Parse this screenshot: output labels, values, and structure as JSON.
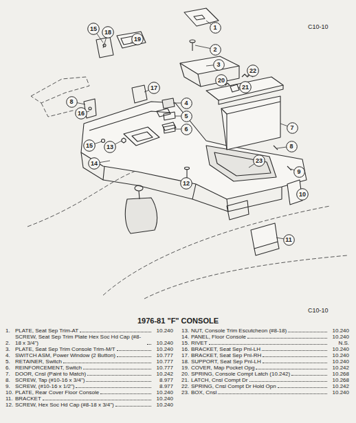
{
  "diagram": {
    "title": "1976-81 \"F\" CONSOLE",
    "nodes": [
      {
        "text": [
          "15"
        ]
      },
      {
        "text": [
          "18"
        ]
      },
      {
        "text": [
          "19"
        ]
      },
      {
        "text": [
          "1"
        ]
      },
      {
        "text": [
          "2"
        ]
      },
      {
        "text": [
          "3"
        ]
      },
      {
        "text": [
          "22"
        ]
      },
      {
        "text": [
          "20"
        ]
      },
      {
        "text": [
          "21"
        ]
      },
      {
        "text": [
          "17"
        ]
      },
      {
        "text": [
          "8"
        ]
      },
      {
        "text": [
          "4"
        ]
      },
      {
        "text": [
          "16"
        ]
      },
      {
        "text": [
          "5"
        ]
      },
      {
        "text": [
          "7"
        ]
      },
      {
        "text": [
          "6"
        ]
      },
      {
        "text": [
          "15"
        ]
      },
      {
        "text": [
          "13"
        ]
      },
      {
        "text": [
          "8"
        ]
      },
      {
        "text": [
          "23"
        ]
      },
      {
        "text": [
          "14"
        ]
      },
      {
        "text": [
          "9"
        ]
      },
      {
        "text": [
          "12"
        ]
      },
      {
        "text": [
          "10"
        ]
      },
      {
        "text": [
          "11"
        ]
      }
    ],
    "labels": [
      "C10-10",
      "C10-10",
      "1.",
      "PLATE, Seat Sep Trim-AT",
      "10.240",
      "2.",
      "SCREW, Seat Sep Trim Plate Hex Soc Hd Cap (#8-18 x 3/4\")",
      "10.240",
      "3.",
      "PLATE, Seat Sep Trim Console Trim-M/T",
      "10.240",
      "4.",
      "SWITCH ASM, Power Window (2 Button)",
      "10.777",
      "5.",
      "RETAINER, Switch",
      "10.777",
      "6.",
      "REINFORCEMENT, Switch",
      "10.777",
      "7.",
      "DOOR, Cnsl (Paint to Match)",
      "10.242",
      "8.",
      "SCREW, Tap (#10-16 x 3/4\")",
      "8.977",
      "9.",
      "SCREW, (#10-16 x 1/2\")",
      "8.977",
      "10.",
      "PLATE, Rear Cover Floor Console",
      "10.240",
      "11.",
      "BRACKET",
      "10.240",
      "12.",
      "SCREW, Hex Soc Hd Cap (#8-18 x 3/4\")",
      "10.240",
      "13.",
      "NUT, Console Trim Escutcheon (#8-18)",
      "10.240",
      "14.",
      "PANEL, Floor Console",
      "10.240",
      "15.",
      "RIVET",
      "N.S.",
      "16.",
      "BRACKET, Seat Sep Pnl-LH",
      "10.240",
      "17.",
      "BRACKET, Seat Sep Pnl-RH",
      "10.240",
      "18.",
      "SUPPORT, Seat Sep Pnl-LH",
      "10.240",
      "19.",
      "COVER, Map Pocket Opg",
      "10.242",
      "20.",
      "SPRING, Console Compt Latch (10.242)",
      "10.268",
      "21.",
      "LATCH, Cnsl Compt Dr",
      "10.268",
      "22.",
      "SPRING, Cnsl Compt Dr Hold Opn",
      "10.242",
      "23.",
      "BOX, Cnsl",
      "10.240"
    ]
  }
}
